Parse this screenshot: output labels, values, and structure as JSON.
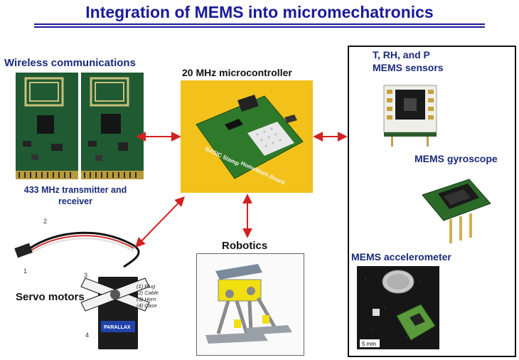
{
  "title": "Integration of MEMS into micromechatronics",
  "labels": {
    "wireless": "Wireless communications",
    "transmitter_line1": "433 MHz transmitter and",
    "transmitter_line2": "receiver",
    "microcontroller": "20 MHz microcontroller",
    "sensors_line1": "T, RH, and P",
    "sensors_line2": "MEMS sensors",
    "gyroscope": "MEMS gyroscope",
    "accelerometer": "MEMS accelerometer",
    "robotics": "Robotics",
    "servo": "Servo motors"
  },
  "board_text": {
    "basic_stamp": "BASIC Stamp",
    "homework": "HomeWork Board"
  },
  "servo_callouts": {
    "n1": "1",
    "n2": "2",
    "n3": "3",
    "n4": "4",
    "legend": [
      "(1) Plug",
      "(2) Cable",
      "(3) Horn",
      "(4) Case"
    ],
    "brand": "PARALLAX"
  },
  "scale_bar": "5 mm",
  "colors": {
    "title": "#1a1a9a",
    "arrow": "#d42020",
    "board_green": "#2f7a2a",
    "mc_background": "#f2c21a"
  }
}
